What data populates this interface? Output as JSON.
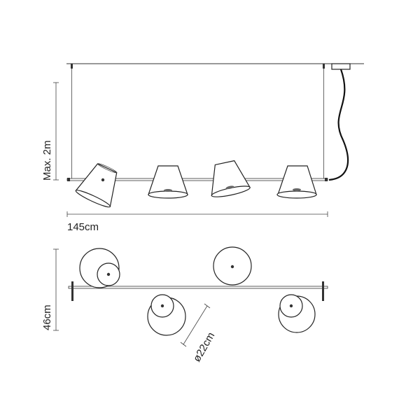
{
  "dimensions": {
    "height_max": "Max. 2m",
    "width": "145cm",
    "depth": "46cm",
    "shade_diameter": "ø22cm"
  },
  "colors": {
    "line": "#333333",
    "cable": "#111111",
    "background": "#ffffff"
  }
}
